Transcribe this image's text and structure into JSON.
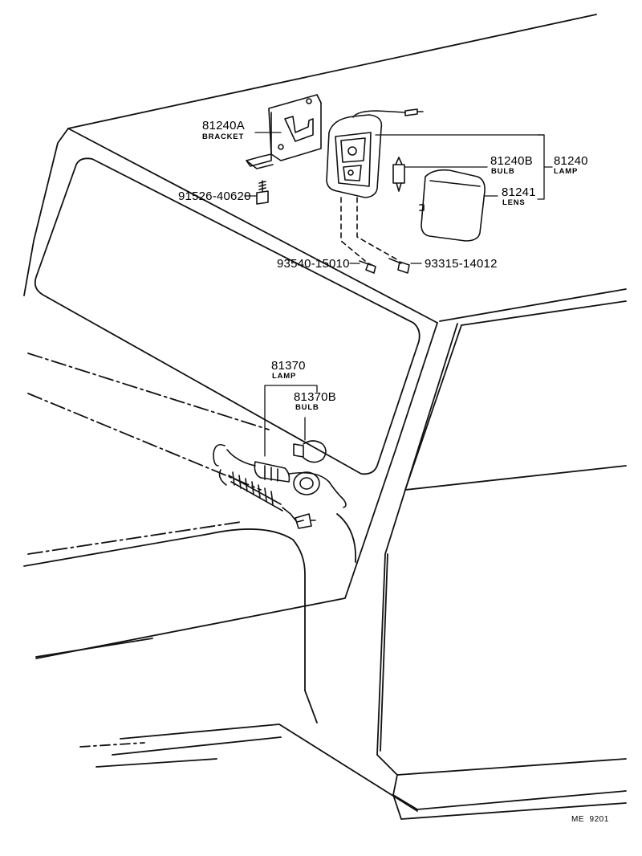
{
  "parts": {
    "bracket": {
      "number": "81240A",
      "name": "BRACKET"
    },
    "bolt_1": {
      "number": "91526-40620"
    },
    "lamp_assy_top": {
      "number": "81240",
      "name": "LAMP"
    },
    "bulb_top": {
      "number": "81240B",
      "name": "BULB"
    },
    "lens": {
      "number": "81241",
      "name": "LENS"
    },
    "screw": {
      "number": "93540-15010"
    },
    "screw_2": {
      "number": "93315-14012"
    },
    "lamp_assy_bottom": {
      "number": "81370",
      "name": "LAMP"
    },
    "bulb_bottom": {
      "number": "81370B",
      "name": "BULB"
    }
  },
  "reference": "ME  9201"
}
